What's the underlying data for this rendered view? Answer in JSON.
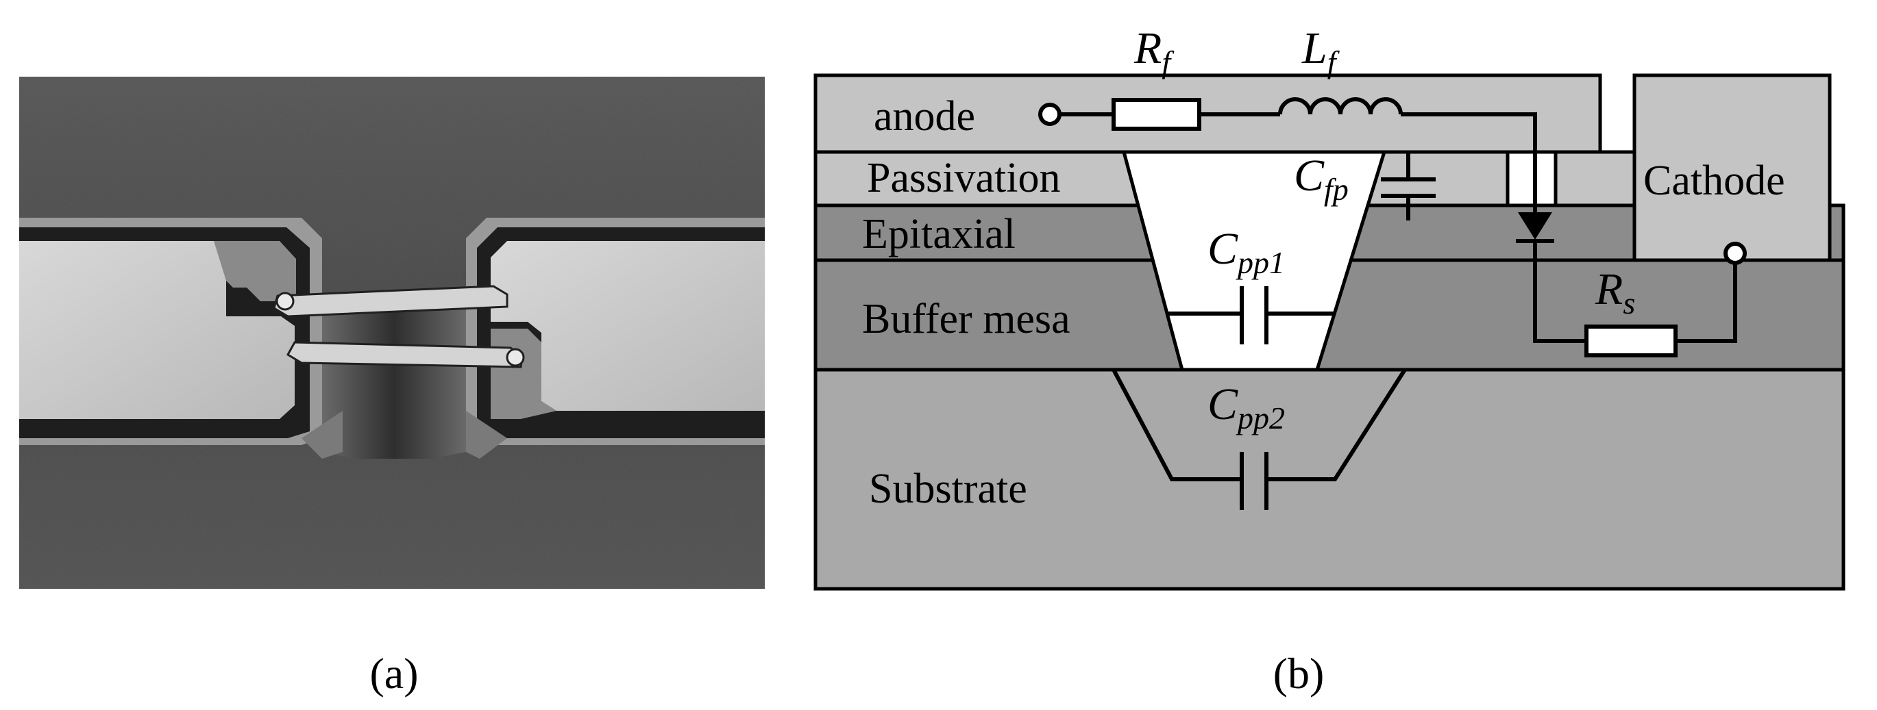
{
  "captions": {
    "a": "(a)",
    "b": "(b)"
  },
  "layers": {
    "anode": "anode",
    "passivation": "Passivation",
    "epitaxial": "Epitaxial",
    "buffer": "Buffer mesa",
    "substrate": "Substrate",
    "cathode": "Cathode"
  },
  "components": {
    "rf": {
      "main": "R",
      "sub": "f"
    },
    "lf": {
      "main": "L",
      "sub": "f"
    },
    "cfp": {
      "main": "C",
      "sub": "fp"
    },
    "cpp1": {
      "main": "C",
      "sub": "pp1"
    },
    "cpp2": {
      "main": "C",
      "sub": "pp2"
    },
    "rs": {
      "main": "R",
      "sub": "s"
    }
  },
  "colors": {
    "layer_light": "#c4c4c4",
    "layer_mid": "#a9a9a9",
    "layer_dark": "#8c8c8c",
    "cavity": "#ffffff",
    "line": "#000000"
  }
}
